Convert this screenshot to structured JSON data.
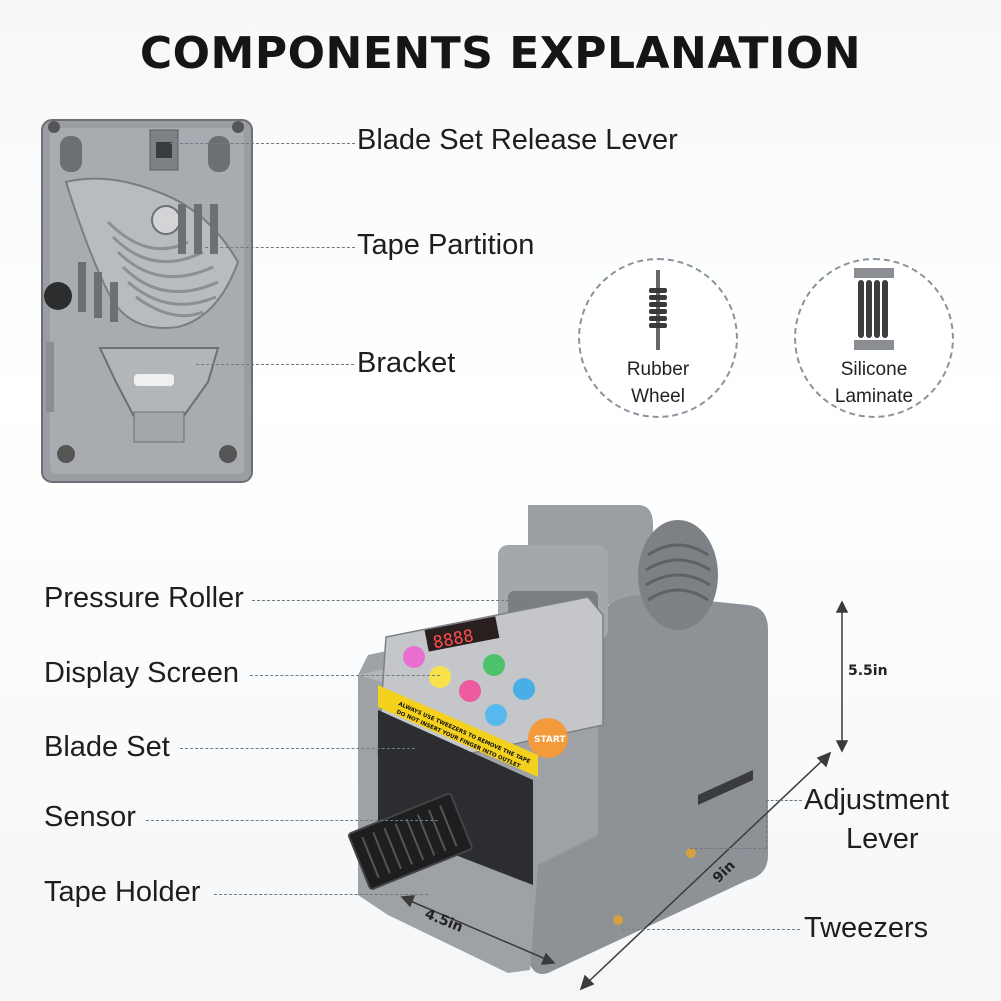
{
  "title": "COMPONENTS EXPLANATION",
  "top_labels": {
    "blade_set_release_lever": "Blade Set Release Lever",
    "tape_partition": "Tape Partition",
    "bracket": "Bracket"
  },
  "accessories": {
    "rubber_wheel": {
      "line1": "Rubber",
      "line2": "Wheel"
    },
    "silicone_laminate": {
      "line1": "Silicone",
      "line2": "Laminate"
    }
  },
  "left_labels": {
    "pressure_roller": "Pressure Roller",
    "display_screen": "Display Screen",
    "blade_set": "Blade Set",
    "sensor": "Sensor",
    "tape_holder": "Tape Holder"
  },
  "right_labels": {
    "adjustment_lever_1": "Adjustment",
    "adjustment_lever_2": "Lever",
    "tweezers": "Tweezers"
  },
  "dimensions": {
    "height": "5.5in",
    "length": "9in",
    "width": "4.5in"
  },
  "device": {
    "display_digits": "8888",
    "start_button": "START",
    "warning_line1": "ALWAYS USE TWEEZERS TO REMOVE THE TAPE",
    "warning_line2": "DO NOT INSERT YOUR FINGER INTO OUTLET"
  },
  "colors": {
    "device_body": "#8f9296",
    "start_button": "#f39a3c",
    "warning_yellow": "#f4d11c"
  }
}
